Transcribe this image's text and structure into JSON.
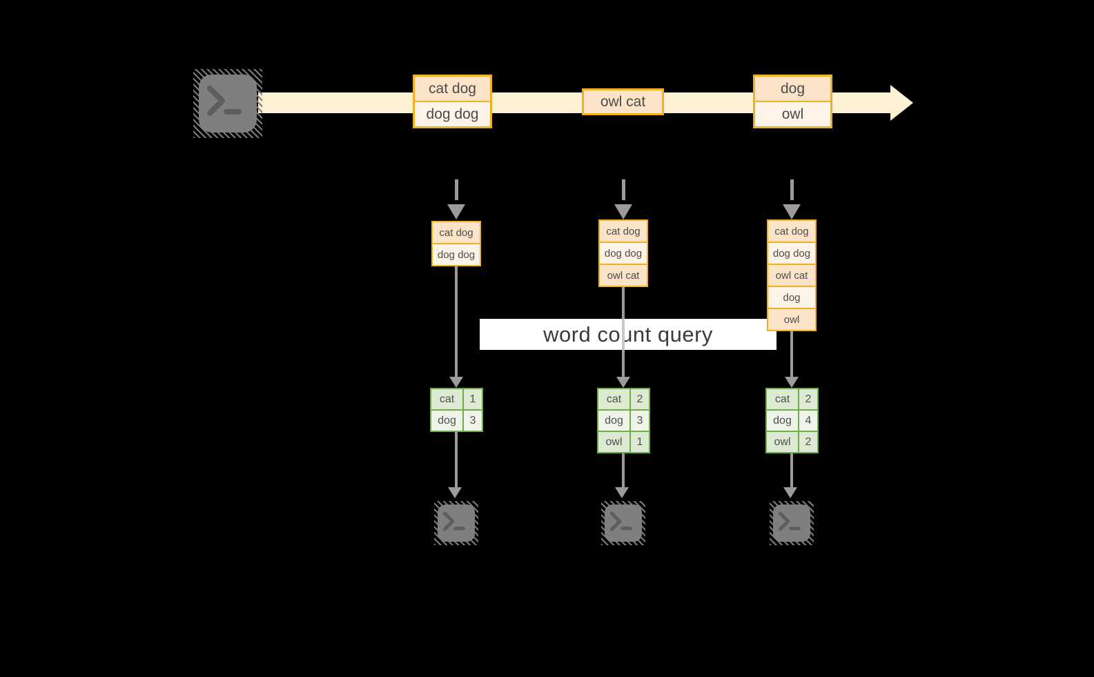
{
  "banner": {
    "label": "word count query"
  },
  "stream": {
    "events": [
      {
        "rows": [
          "cat dog",
          "dog dog"
        ]
      },
      {
        "rows": [
          "owl cat"
        ]
      },
      {
        "rows": [
          "dog",
          "owl"
        ]
      }
    ]
  },
  "columns": [
    {
      "buffer": {
        "rows": [
          "cat dog",
          "dog dog"
        ]
      },
      "counts": {
        "rows": [
          {
            "word": "cat",
            "count": "1"
          },
          {
            "word": "dog",
            "count": "3"
          }
        ]
      }
    },
    {
      "buffer": {
        "rows": [
          "cat dog",
          "dog dog",
          "owl cat"
        ]
      },
      "counts": {
        "rows": [
          {
            "word": "cat",
            "count": "2"
          },
          {
            "word": "dog",
            "count": "3"
          },
          {
            "word": "owl",
            "count": "1"
          }
        ]
      }
    },
    {
      "buffer": {
        "rows": [
          "cat dog",
          "dog dog",
          "owl cat",
          "dog",
          "owl"
        ]
      },
      "counts": {
        "rows": [
          {
            "word": "cat",
            "count": "2"
          },
          {
            "word": "dog",
            "count": "4"
          },
          {
            "word": "owl",
            "count": "2"
          }
        ]
      }
    }
  ],
  "icons": {
    "source": "terminal-icon",
    "sinks": [
      "terminal-icon",
      "terminal-icon",
      "terminal-icon"
    ]
  },
  "colors": {
    "background": "#000000",
    "stream_band": "#fcf2d3",
    "box_border_amber": "#f0b021",
    "box_fill_peach": "#fbe4c8",
    "box_fill_cream": "#fdf3e7",
    "table_border_green": "#6fae47",
    "table_cell_dark": "#dcead1",
    "table_cell_light": "#eef4ea",
    "arrow_gray": "#9b9b9b",
    "terminal_gray": "#7f7f7f",
    "banner_bg": "#ffffff",
    "text_dark": "#4b4b4b"
  }
}
